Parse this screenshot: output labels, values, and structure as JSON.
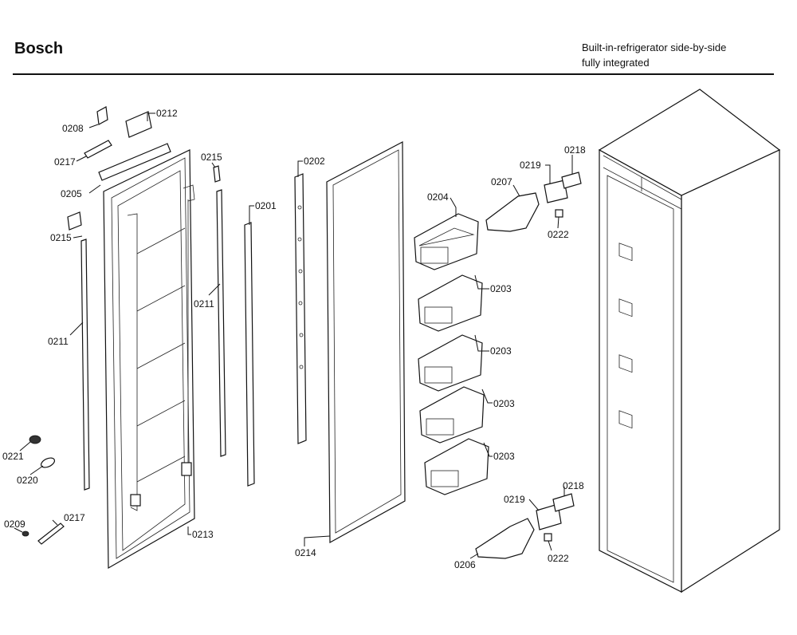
{
  "header": {
    "brand": "Bosch",
    "title_line1": "Built-in-refrigerator side-by-side",
    "title_line2": "fully integrated"
  },
  "labels": {
    "p0208": "0208",
    "p0212": "0212",
    "p0217_top": "0217",
    "p0215_top": "0215",
    "p0202": "0202",
    "p0205": "0205",
    "p0201": "0201",
    "p0215_left": "0215",
    "p0211_mid": "0211",
    "p0211_left": "0211",
    "p0221": "0221",
    "p0220": "0220",
    "p0209": "0209",
    "p0217_bottom": "0217",
    "p0213": "0213",
    "p0214": "0214",
    "p0204": "0204",
    "p0207": "0207",
    "p0219_top": "0219",
    "p0218_top": "0218",
    "p0222_top": "0222",
    "p0203_a": "0203",
    "p0203_b": "0203",
    "p0203_c": "0203",
    "p0203_d": "0203",
    "p0219_bottom": "0219",
    "p0218_bottom": "0218",
    "p0206": "0206",
    "p0222_bottom": "0222"
  }
}
